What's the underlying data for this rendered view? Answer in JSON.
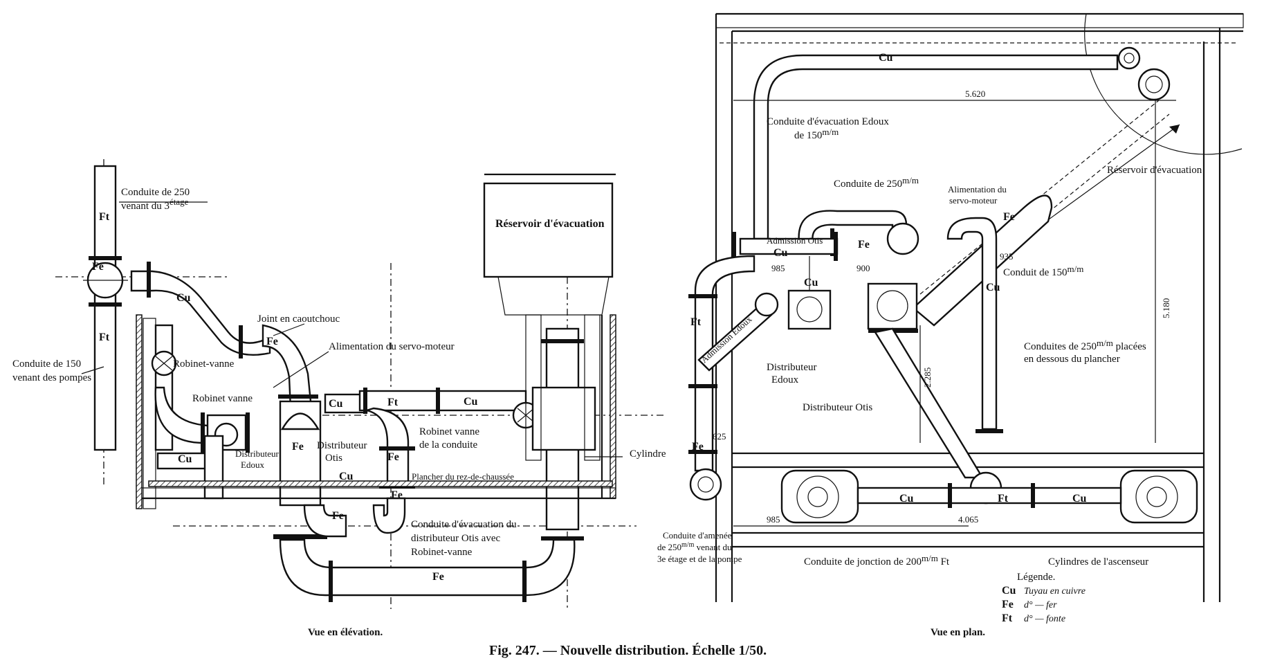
{
  "caption": "Fig. 247. — Nouvelle distribution. Échelle 1/50.",
  "elevation": {
    "view_title": "Vue en élévation.",
    "labels": {
      "conduite_250_top": "Conduite de 250",
      "conduite_250_top_2": "venant du 3",
      "conduite_250_top_sup": "étage",
      "conduite_150_line1": "Conduite de 150",
      "conduite_150_line2": "venant des pompes",
      "reservoir": "Réservoir d'évacuation",
      "joint": "Joint en caoutchouc",
      "alimentation": "Alimentation du servo-moteur",
      "robinet_vanne_1": "Robinet-vanne",
      "robinet_vanne_2": "Robinet vanne",
      "robinet_conduite_1": "Robinet vanne",
      "robinet_conduite_2": "de la conduite",
      "distributeur_otis_1": "Distributeur",
      "distributeur_otis_2": "Otis",
      "distributeur_edoux_1": "Distributeur",
      "distributeur_edoux_2": "Edoux",
      "cylindre": "Cylindre",
      "plancher": "Plancher du rez-de-chaussée",
      "evac_1": "Conduite d'évacuation du",
      "evac_2": "distributeur Otis avec",
      "evac_3": "Robinet-vanne"
    },
    "material_marks": [
      "Ft",
      "Fe",
      "Ft",
      "Cu",
      "Fe",
      "Cu",
      "Cu",
      "Ft",
      "Cu",
      "Fe",
      "Fe",
      "Cu",
      "Fe",
      "Fe",
      "Fe"
    ]
  },
  "plan": {
    "view_title": "Vue en plan.",
    "labels": {
      "evac_edoux_1": "Conduite d'évacuation Edoux",
      "evac_edoux_2": "de 150",
      "evac_edoux_unit": "m/m",
      "reservoir": "Réservoir d'évacuation",
      "conduite_250": "Conduite de 250",
      "conduite_250_unit": "m/m",
      "alim_1": "Alimentation du",
      "alim_2": "servo-moteur",
      "admission_otis": "Admission Otis",
      "conduit_150": "Conduit de 150",
      "conduit_150_unit": "m/m",
      "conduites_placees_1": "Conduites de 250",
      "conduites_placees_unit": "m/m",
      "conduites_placees_1b": "placées",
      "conduites_placees_2": "en dessous du plancher",
      "distributeur_edoux_1": "Distributeur",
      "distributeur_edoux_2": "Edoux",
      "distributeur_otis": "Distributeur Otis",
      "admission_edoux": "Admission Edoux",
      "conduite_amenee_1": "Conduite d'amenée",
      "conduite_amenee_2": "de 250",
      "conduite_amenee_unit": "m/m",
      "conduite_amenee_2b": "venant du",
      "conduite_amenee_3": "3e étage et de la pompe",
      "conduite_jonction": "Conduite de jonction de 200",
      "conduite_jonction_unit": "m/m",
      "conduite_jonction_mat": "Ft",
      "cylindres": "Cylindres de l'ascenseur"
    },
    "dimensions": [
      "5.620",
      "5.180",
      "2.285",
      "4.065",
      "985",
      "900",
      "935",
      "625",
      "985"
    ],
    "material_marks": [
      "Cu",
      "Fe",
      "Cu",
      "Fe",
      "Cu",
      "Cu",
      "Ft",
      "Fe",
      "Cu",
      "Ft",
      "Cu"
    ],
    "legend": {
      "title": "Légende.",
      "rows": [
        {
          "code": "Cu",
          "desc": "Tuyau en cuivre"
        },
        {
          "code": "Fe",
          "desc": "d° — fer"
        },
        {
          "code": "Ft",
          "desc": "d° — fonte"
        }
      ]
    }
  }
}
